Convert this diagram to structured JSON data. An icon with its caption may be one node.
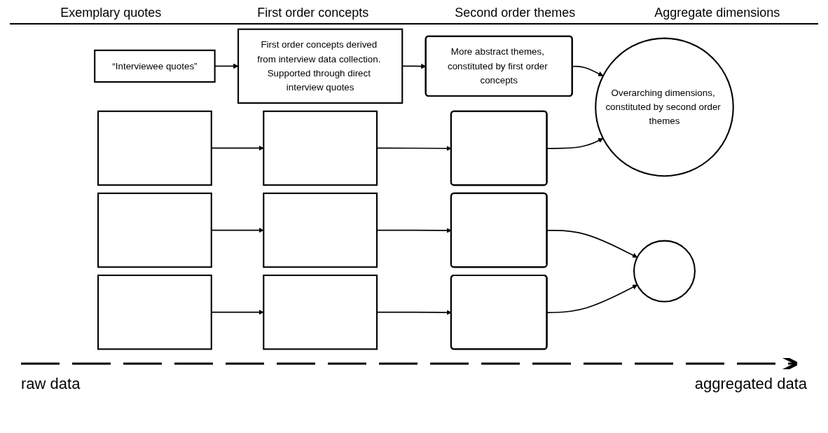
{
  "diagram": {
    "nodes": [
      {
        "text": [
          "“Interviewee quotes”"
        ]
      },
      {
        "text": [
          "First order concepts derived from interview data collection. Supported through direct interview quotes"
        ]
      },
      {
        "text": [
          "More abstract themes, constituted by first order concepts"
        ]
      },
      {
        "text": [
          "Overarching dimensions, constituted by second order themes"
        ]
      },
      {
        "text": [],
        "shape": "box"
      },
      {
        "text": [],
        "shape": "box"
      },
      {
        "text": [],
        "shape": "box"
      },
      {
        "text": [],
        "shape": "box"
      },
      {
        "text": [],
        "shape": "box"
      },
      {
        "text": [],
        "shape": "box"
      },
      {
        "text": [],
        "shape": "circle"
      },
      {
        "text": [],
        "shape": "box"
      },
      {
        "text": [],
        "shape": "box"
      },
      {
        "text": [],
        "shape": "box"
      }
    ],
    "edges": [
      {
        "from": 0,
        "to": 1,
        "arrow": "to"
      },
      {
        "from": 1,
        "to": 2,
        "arrow": "to"
      },
      {
        "from": 2,
        "to": 3,
        "arrow": "to"
      },
      {
        "from": 4,
        "to": 5,
        "arrow": "to"
      },
      {
        "from": 5,
        "to": 6,
        "arrow": "to"
      },
      {
        "from": 6,
        "to": 3,
        "arrow": "to"
      },
      {
        "from": 7,
        "to": 8,
        "arrow": "to"
      },
      {
        "from": 8,
        "to": 9,
        "arrow": "to"
      },
      {
        "from": 9,
        "to": 10,
        "arrow": "to"
      },
      {
        "from": 11,
        "to": 12,
        "arrow": "to"
      },
      {
        "from": 12,
        "to": 13,
        "arrow": "to"
      },
      {
        "from": 13,
        "to": 10,
        "arrow": "to"
      }
    ],
    "labels": [
      "Exemplary quotes",
      "First order concepts",
      "Second order themes",
      "Aggregate dimensions",
      "raw data",
      "aggregated data"
    ]
  }
}
